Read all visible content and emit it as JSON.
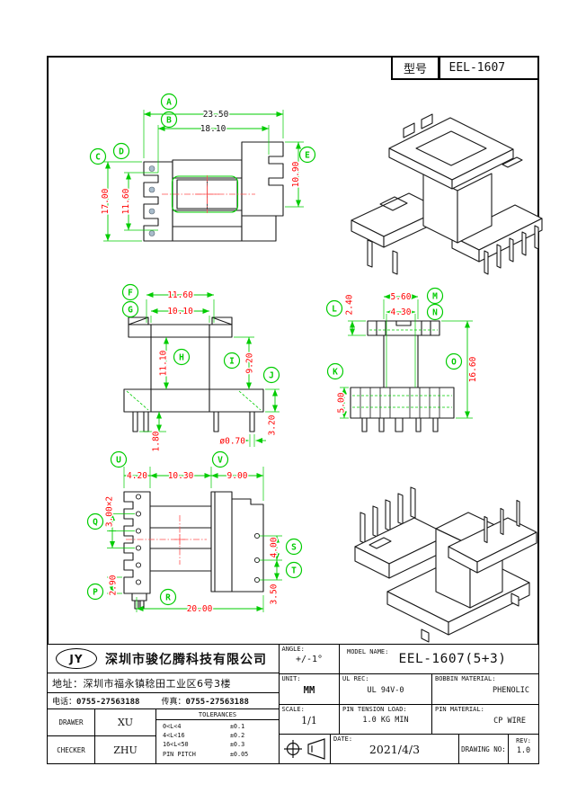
{
  "title_box": {
    "label": "型号",
    "value": "EEL-1607"
  },
  "views": {
    "front": {
      "A": {
        "letter": "A",
        "value": "23.50"
      },
      "B": {
        "letter": "B",
        "value": "18.10"
      },
      "C": {
        "letter": "C",
        "value": "17.00"
      },
      "D": {
        "letter": "D",
        "value": "11.60"
      },
      "E": {
        "letter": "E",
        "value": "10.90"
      }
    },
    "side": {
      "F": {
        "letter": "F",
        "value": "11.60"
      },
      "G": {
        "letter": "G",
        "value": "10.10"
      },
      "H": {
        "letter": "H",
        "value": "11.10"
      },
      "I": {
        "letter": "I",
        "value": "9.20"
      },
      "J": {
        "letter": "J",
        "value": "3.20"
      },
      "pin_length": "1.80",
      "pin_diameter": "ø0.70"
    },
    "end": {
      "K": {
        "letter": "K",
        "value": "5.00"
      },
      "L": {
        "letter": "L",
        "value": "2.40"
      },
      "M": {
        "letter": "M",
        "value": "5.60"
      },
      "N": {
        "letter": "N",
        "value": "4.30"
      },
      "O": {
        "letter": "O",
        "value": "16.60"
      }
    },
    "top": {
      "P": {
        "letter": "P",
        "value": "2.90"
      },
      "Q": {
        "letter": "Q",
        "value": "3.00×2"
      },
      "R": {
        "letter": "R",
        "value": "20.00"
      },
      "S": {
        "letter": "S",
        "value": "4.00"
      },
      "T": {
        "letter": "T",
        "value": "3.50"
      },
      "U": {
        "letter": "U",
        "value": "4.20"
      },
      "V": {
        "letter": "V",
        "value": "9.00"
      },
      "mid_width": "10.30"
    }
  },
  "footer": {
    "company": {
      "logo": "JY",
      "name": "深圳市骏亿腾科技有限公司"
    },
    "address": {
      "label": "地址：",
      "value": "深圳市福永镇稔田工业区6号3楼"
    },
    "phone": {
      "tel_label": "电话：",
      "tel": "0755-27563188",
      "fax_label": "传真：",
      "fax": "0755-27563188"
    },
    "people": {
      "drawer_label": "DRAWER",
      "drawer": "XU",
      "checker_label": "CHECKER",
      "checker": "ZHU"
    },
    "tolerances": {
      "title": "TOLERANCES",
      "rows": [
        {
          "range": "0<L<4",
          "tol": "±0.1"
        },
        {
          "range": "4<L<16",
          "tol": "±0.2"
        },
        {
          "range": "16<L<50",
          "tol": "±0.3"
        },
        {
          "range": "PIN PITCH",
          "tol": "±0.05"
        }
      ]
    },
    "specs": {
      "angle_label": "ANGLE:",
      "angle": "+/-1°",
      "model_label": "MODEL NAME:",
      "model": "EEL-1607(5+3)",
      "unit_label": "UNIT:",
      "unit": "MM",
      "ul_label": "UL REC:",
      "ul": "UL 94V-0",
      "bobbin_label": "BOBBIN MATERIAL:",
      "bobbin": "PHENOLIC",
      "scale_label": "SCALE:",
      "scale": "1/1",
      "pin_load_label": "PIN TENSION LOAD:",
      "pin_load": "1.0 KG MIN",
      "pin_mat_label": "PIN MATERIAL:",
      "pin_mat": "CP WIRE",
      "date_label": "DATE:",
      "date": "2021/4/3",
      "drawing_no_label": "DRAWING NO:",
      "drawing_no": "",
      "rev_label": "REV:",
      "rev": "1.0"
    }
  }
}
